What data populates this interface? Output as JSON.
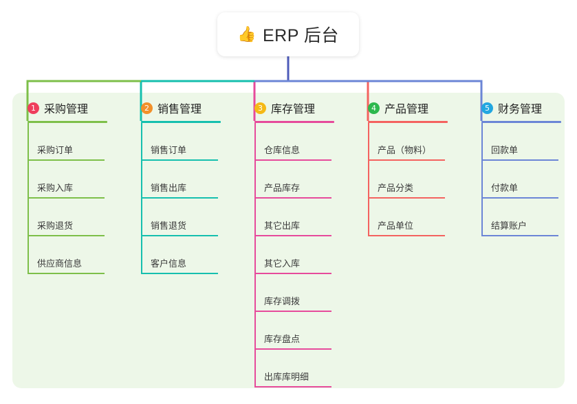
{
  "root": {
    "icon": "thumbs-up-icon",
    "icon_glyph": "👍",
    "title": "ERP 后台"
  },
  "theme": {
    "page_background": "#ffffff",
    "panel_background": "#edf7e8",
    "card_background": "#ffffff",
    "root_stem_color": "#4e5bba",
    "text_color": "#2b2b2b"
  },
  "columns": [
    {
      "index": "1",
      "badge_label": "1",
      "badge_color": "#ef3e5c",
      "line_color": "#7dbf49",
      "title": "采购管理",
      "items": [
        {
          "label": "采购订单"
        },
        {
          "label": "采购入库"
        },
        {
          "label": "采购退货"
        },
        {
          "label": "供应商信息"
        }
      ]
    },
    {
      "index": "2",
      "badge_label": "2",
      "badge_color": "#f2902a",
      "line_color": "#15bfae",
      "title": "销售管理",
      "items": [
        {
          "label": "销售订单"
        },
        {
          "label": "销售出库"
        },
        {
          "label": "销售退货"
        },
        {
          "label": "客户信息"
        }
      ]
    },
    {
      "index": "3",
      "badge_label": "3",
      "badge_color": "#f5b916",
      "line_color": "#e64a9b",
      "title": "库存管理",
      "items": [
        {
          "label": "仓库信息"
        },
        {
          "label": "产品库存"
        },
        {
          "label": "其它出库"
        },
        {
          "label": "其它入库"
        },
        {
          "label": "库存调拨"
        },
        {
          "label": "库存盘点"
        },
        {
          "label": "出库库明细"
        }
      ]
    },
    {
      "index": "4",
      "badge_label": "4",
      "badge_color": "#2db84d",
      "line_color": "#f4625f",
      "title": "产品管理",
      "items": [
        {
          "label": "产品（物料）"
        },
        {
          "label": "产品分类"
        },
        {
          "label": "产品单位"
        }
      ]
    },
    {
      "index": "5",
      "badge_label": "5",
      "badge_color": "#22a7e0",
      "line_color": "#6b85d6",
      "title": "财务管理",
      "items": [
        {
          "label": "回款单"
        },
        {
          "label": "付款单"
        },
        {
          "label": "结算账户"
        }
      ]
    }
  ]
}
